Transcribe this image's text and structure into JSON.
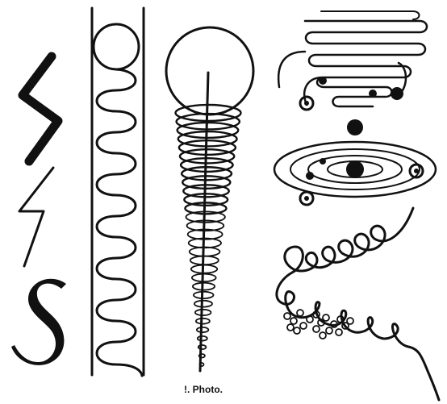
{
  "caption": "!. Photo.",
  "colors": {
    "ink": "#111111",
    "paper": "#ffffff"
  },
  "figures": [
    {
      "name": "bent-lightning-glyph"
    },
    {
      "name": "thin-zigzag-glyph"
    },
    {
      "name": "serif-s-glyph"
    },
    {
      "name": "ball-in-tube-spiral"
    },
    {
      "name": "ball-with-conical-helix"
    },
    {
      "name": "layered-coil-apparatus"
    },
    {
      "name": "elliptical-orbit-system"
    },
    {
      "name": "looping-helix-trail"
    }
  ]
}
